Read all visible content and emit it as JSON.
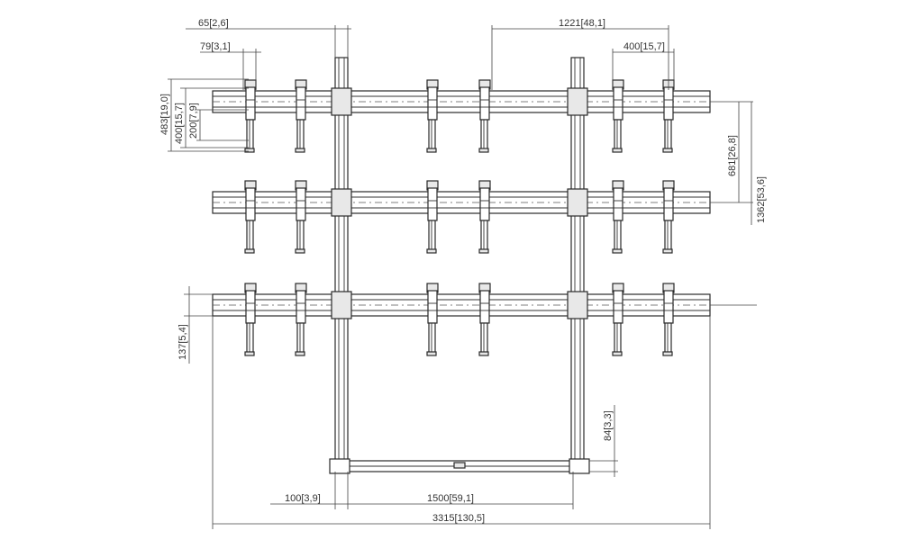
{
  "dimensions": {
    "d65": "65[2,6]",
    "d79": "79[3,1]",
    "d1221": "1221[48,1]",
    "d400_top": "400[15,7]",
    "d483": "483[19,0]",
    "d400_side": "400[15,7]",
    "d200": "200[7,9]",
    "d681": "681[26,8]",
    "d1362": "1362[53,6]",
    "d137": "137[5,4]",
    "d84": "84[3,3]",
    "d100": "100[3,9]",
    "d1500": "1500[59,1]",
    "d3315": "3315[130,5]"
  },
  "colors": {
    "line": "#2a2a2a",
    "background": "#ffffff"
  }
}
